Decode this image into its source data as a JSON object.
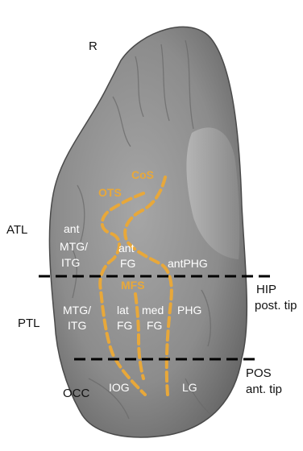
{
  "labels": {
    "hemisphere": "R",
    "atl": "ATL",
    "ptl": "PTL",
    "occ": "OCC",
    "cos": "CoS",
    "ots": "OTS",
    "mfs": "MFS",
    "ant_mtg_1": "ant",
    "ant_mtg_2": "MTG/",
    "ant_mtg_3": "ITG",
    "ant_fg_1": "ant",
    "ant_fg_2": "FG",
    "antphg": "antPHG",
    "mtg_1": "MTG/",
    "mtg_2": "ITG",
    "lat_fg_1": "lat",
    "lat_fg_2": "FG",
    "med_fg_1": "med",
    "med_fg_2": "FG",
    "phg": "PHG",
    "iog": "IOG",
    "lg": "LG",
    "hip_1": "HIP",
    "hip_2": "post. tip",
    "pos_1": "POS",
    "pos_2": "ant. tip"
  },
  "colors": {
    "sulcus_orange": "#E8A83A",
    "brain_gray": "#8f8f8f",
    "divider_black": "#000000"
  }
}
